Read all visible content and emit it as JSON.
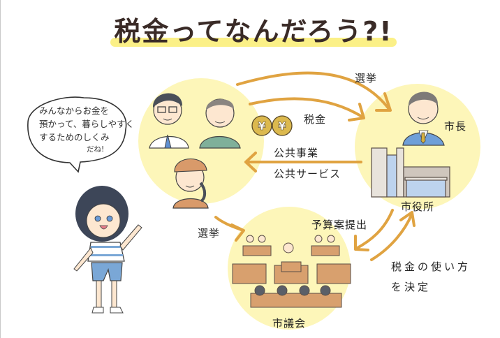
{
  "title": "税金ってなんだろう?!",
  "speech_bubble": {
    "lines": [
      "みんなからお金を",
      "預かって、暮らしやすく",
      "するためのしくみ"
    ],
    "tail": "だね!"
  },
  "nodes": {
    "citizens": {
      "label": ""
    },
    "mayor": {
      "label": "市長"
    },
    "city_hall": {
      "label": "市役所"
    },
    "city_council": {
      "label": "市議会"
    }
  },
  "arrows": {
    "election_to_mayor": "選挙",
    "tax": "税金",
    "public_works": "公共事業",
    "public_services": "公共サービス",
    "election_to_council": "選挙",
    "budget_submission": "予算案提出",
    "decide_usage_line1": "税金の使い方",
    "decide_usage_line2": "を決定"
  },
  "coins": {
    "symbol": "¥",
    "count": 2
  },
  "colors": {
    "circle_fill": "#fdf6b9",
    "arrow": "#e0a341",
    "title_highlight": "#fbf087",
    "title_text": "#3a2b27",
    "coin": "#dcb94e"
  }
}
